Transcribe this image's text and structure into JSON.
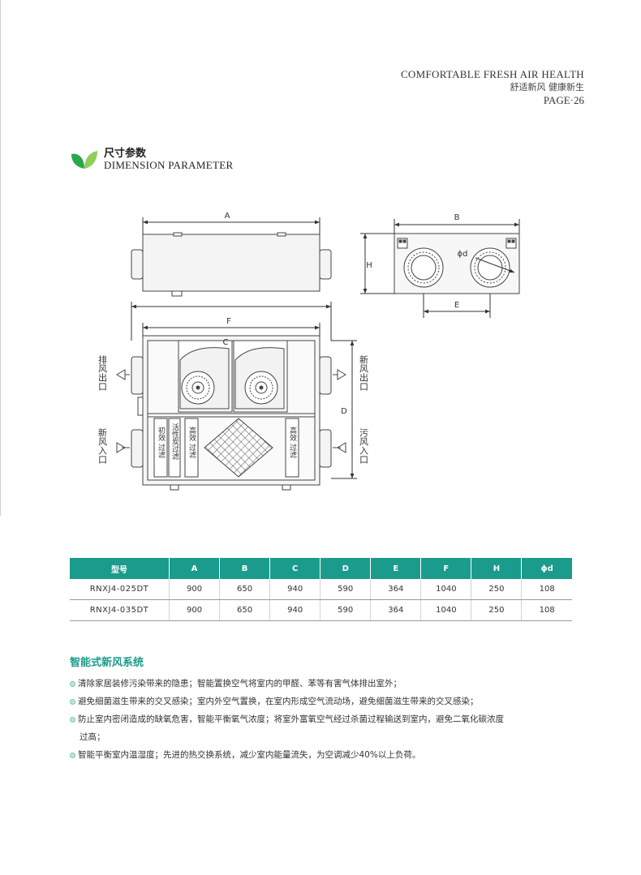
{
  "header": {
    "tagline_en": "COMFORTABLE FRESH AIR HEALTH",
    "tagline_cn": "舒适新风  健康新生",
    "page": "PAGE·26"
  },
  "section": {
    "title_cn": "尺寸参数",
    "title_en": "DIMENSION PARAMETER",
    "logo_icon": "leaf-icon"
  },
  "drawing": {
    "dims": {
      "a": "A",
      "b": "B",
      "c": "C",
      "d": "D",
      "e": "E",
      "f": "F",
      "h": "H",
      "phi_d": "ϕd"
    },
    "ports": {
      "exhaust_out": "排风出口",
      "fresh_in": "新风入口",
      "fresh_out": "新风出口",
      "return_in": "污风入口"
    },
    "filters": {
      "primary": "初效 过滤",
      "activated_carbon": "活性炭过滤",
      "hepa_left": "高效 过滤",
      "hepa_right": "高效 过滤"
    },
    "colors": {
      "line": "#444444",
      "fill": "#f4f4f4",
      "mesh": "#555555"
    }
  },
  "table": {
    "headers": [
      "型号",
      "A",
      "B",
      "C",
      "D",
      "E",
      "F",
      "H",
      "ϕd"
    ],
    "rows": [
      [
        "RNXJ4-025DT",
        "900",
        "650",
        "940",
        "590",
        "364",
        "1040",
        "250",
        "108"
      ],
      [
        "RNXJ4-035DT",
        "900",
        "650",
        "940",
        "590",
        "364",
        "1040",
        "250",
        "108"
      ]
    ],
    "header_color": "#1a9b8c"
  },
  "features": {
    "title": "智能式新风系统",
    "items": [
      "清除家居装修污染带来的隐患；智能置换空气将室内的甲醛、苯等有害气体排出室外；",
      "避免细菌滋生带来的交叉感染；室内外空气置换，在室内形成空气流动场，避免细菌滋生带来的交叉感染；",
      "防止室内密闭造成的缺氧危害，智能平衡氧气浓度；将室外富氧空气经过杀菌过程输送到室内，避免二氧化碳浓度",
      "智能平衡室内温湿度；先进的热交换系统，减少室内能量流失，为空调减少40%以上负荷。"
    ],
    "item3_wrap": "过高；"
  }
}
